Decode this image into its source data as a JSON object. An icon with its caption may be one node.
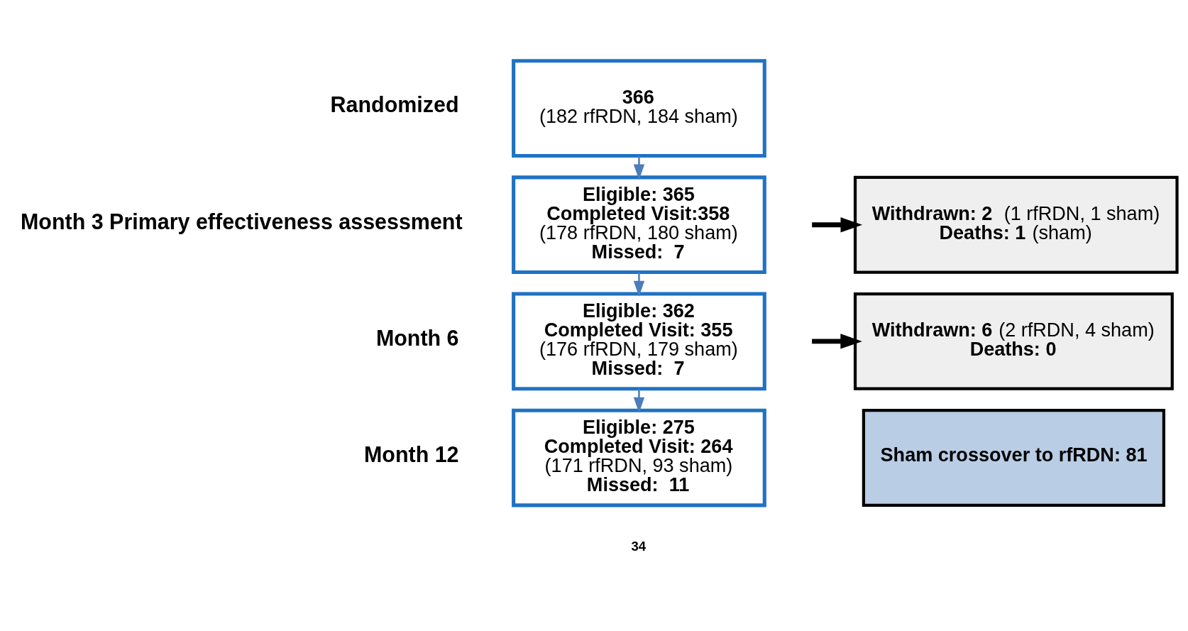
{
  "diagram": {
    "nodes": [
      {
        "text": [
          "366",
          "(182 rfRDN, 184 sham)"
        ]
      },
      {
        "text": [
          "Eligible: 365",
          "Completed Visit:358",
          "(178 rfRDN, 180 sham)",
          "Missed:  7"
        ]
      },
      {
        "text": [
          "Eligible: 362",
          "Completed Visit: 355",
          "(176 rfRDN, 179 sham)",
          "Missed:  7"
        ]
      },
      {
        "text": [
          "Eligible: 275",
          "Completed Visit: 264",
          "(171 rfRDN, 93 sham)",
          "Missed:  11"
        ]
      },
      {
        "text": [
          "**Withdrawn: 2**  (1 rfRDN, 1 sham)",
          "**Deaths: 1** (sham)"
        ]
      },
      {
        "text": [
          "**Withdrawn: 6** (2 rfRDN, 4 sham)",
          "Deaths: 0"
        ]
      },
      {
        "text": [
          "Sham crossover to rfRDN: 81"
        ]
      }
    ],
    "edges": [
      {
        "from": 0,
        "to": 1,
        "arrow": "to"
      },
      {
        "from": 1,
        "to": 2,
        "arrow": "to"
      },
      {
        "from": 2,
        "to": 3,
        "arrow": "to"
      },
      {
        "from": null,
        "to": 4,
        "arrow": "to",
        "color": "#000000",
        "style": "thick"
      },
      {
        "from": null,
        "to": 5,
        "arrow": "to",
        "color": "#000000",
        "style": "thick"
      }
    ],
    "labels": [
      "Randomized",
      "Month 3 Primary effectiveness assessment",
      "Month 6",
      "Month 12",
      "34"
    ]
  }
}
